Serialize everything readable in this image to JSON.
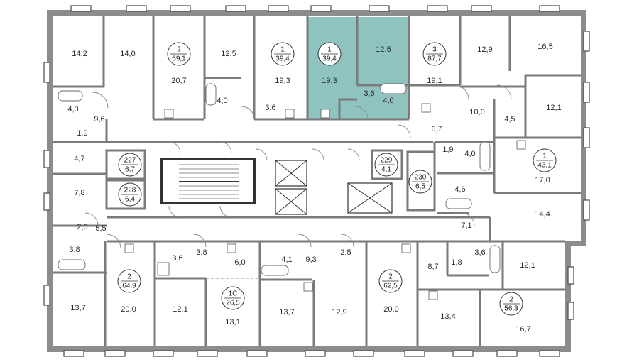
{
  "selected_apartment": {
    "rooms": "1",
    "area": "39,4",
    "highlight_color": "#8fc3c0"
  },
  "colors": {
    "wall": "#8c8c8c",
    "background": "#ffffff"
  },
  "apartments": [
    {
      "id": "a1",
      "rooms": "2",
      "area": "69,1"
    },
    {
      "id": "a2",
      "rooms": "1",
      "area": "39,4"
    },
    {
      "id": "a3",
      "rooms": "1",
      "area": "39,4"
    },
    {
      "id": "a4",
      "rooms": "3",
      "area": "87,7"
    },
    {
      "id": "a5",
      "rooms": "1",
      "area": "43,1"
    },
    {
      "id": "a6",
      "rooms": "227",
      "area": "6,7"
    },
    {
      "id": "a7",
      "rooms": "228",
      "area": "6,4"
    },
    {
      "id": "a8",
      "rooms": "229",
      "area": "4,1"
    },
    {
      "id": "a9",
      "rooms": "230",
      "area": "6,5"
    },
    {
      "id": "a10",
      "rooms": "2",
      "area": "64,9"
    },
    {
      "id": "a11",
      "rooms": "1С",
      "area": "26,5"
    },
    {
      "id": "a12",
      "rooms": "2",
      "area": "62,5"
    },
    {
      "id": "a13",
      "rooms": "2",
      "area": "56,3"
    }
  ],
  "rooms": [
    "14,2",
    "14,0",
    "20,7",
    "12,5",
    "19,3",
    "4,0",
    "3,6",
    "19,3",
    "12,5",
    "3,6",
    "4,0",
    "19,1",
    "12,9",
    "16,5",
    "10,0",
    "4,5",
    "12,1",
    "4,0",
    "1,9",
    "9,6",
    "4,7",
    "7,8",
    "2,0",
    "5,5",
    "3,8",
    "6,7",
    "1,9",
    "4,0",
    "17,0",
    "4,6",
    "14,4",
    "7,1",
    "3,6",
    "3,8",
    "6,0",
    "4,1",
    "9,3",
    "2,5",
    "8,7",
    "1,8",
    "3,6",
    "12,1",
    "13,7",
    "20,0",
    "12,1",
    "13,1",
    "13,7",
    "12,9",
    "20,0",
    "13,4",
    "16,7"
  ]
}
